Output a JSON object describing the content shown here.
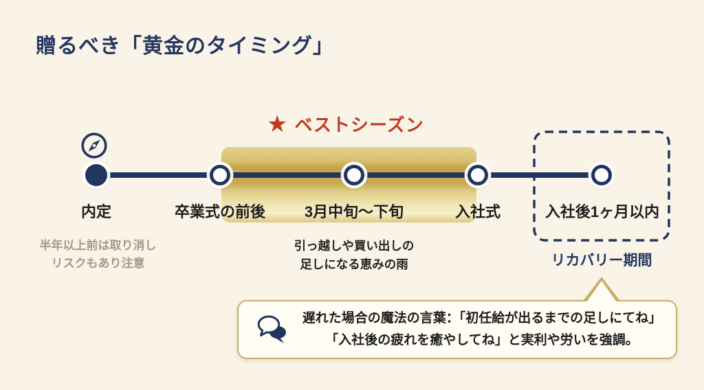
{
  "title": "贈るべき「黄金のタイミング」",
  "best_season": {
    "star": "★",
    "label": "ベストシーズン"
  },
  "timeline": {
    "milestones": [
      {
        "label": "内定"
      },
      {
        "label": "卒業式の前後"
      },
      {
        "label": "3月中旬〜下旬"
      },
      {
        "label": "入社式"
      },
      {
        "label": "入社後1ヶ月以内"
      }
    ],
    "note_naitei": {
      "line1": "半年以上前は取り消し",
      "line2": "リスクもあり注意"
    },
    "note_march": {
      "line1": "引っ越しや買い出しの",
      "line2": "足しになる恵みの雨"
    },
    "recovery_label": "リカバリー期間"
  },
  "callout": {
    "line1": "遅れた場合の魔法の言葉：「初任給が出るまでの足しにてね」",
    "line2": "「入社後の疲れを癒やしてね」と実利や労いを強調。"
  },
  "icons": {
    "timeline_start": "compass-icon",
    "best_season": "star-icon",
    "callout": "chat-bubbles-icon"
  },
  "colors": {
    "background": "#f9f4e7",
    "navy": "#22355e",
    "title_navy": "#25365f",
    "accent_red": "#c23b20",
    "gold_band_dark": "#c6a44c",
    "gold_band_light": "#f6eecb",
    "bubble_border": "#c9ae6b",
    "bubble_background": "#fffdf4",
    "note_gray": "#a29b8d",
    "label_black": "#1d1d1d"
  }
}
